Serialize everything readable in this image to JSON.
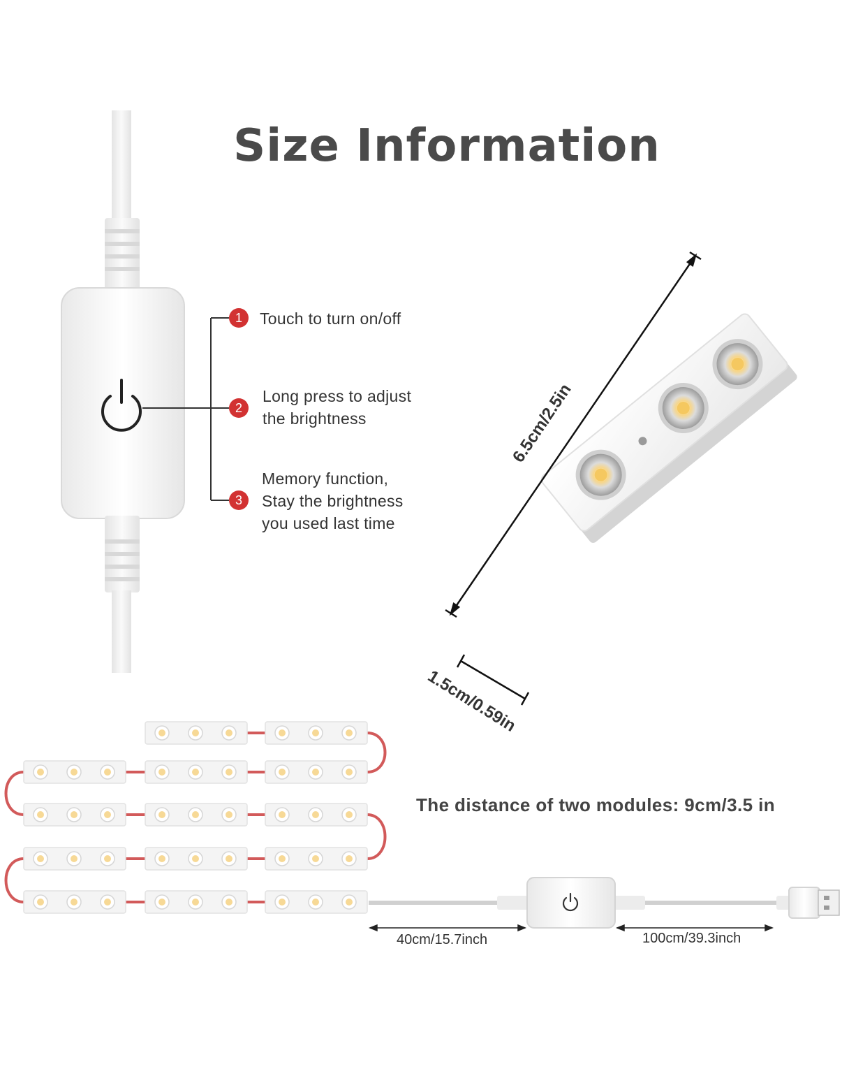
{
  "title": "Size Information",
  "features": [
    {
      "number": "1",
      "lines": [
        "Touch to turn on/off"
      ]
    },
    {
      "number": "2",
      "lines": [
        "Long press to adjust",
        "the brightness"
      ]
    },
    {
      "number": "3",
      "lines": [
        "Memory function,",
        "Stay the brightness",
        "you used last time"
      ]
    }
  ],
  "module_dimensions": {
    "length": "6.5cm/2.5in",
    "width": "1.5cm/0.59in"
  },
  "distance_note": "The distance of two modules: 9cm/3.5 in",
  "cable_lengths": {
    "strip_to_switch": "40cm/15.7inch",
    "switch_to_usb": "100cm/39.3inch"
  },
  "colors": {
    "title": "#4a4a4a",
    "badge": "#d23232",
    "wire": "#d25a5a",
    "led_warm": "#f7d996"
  }
}
